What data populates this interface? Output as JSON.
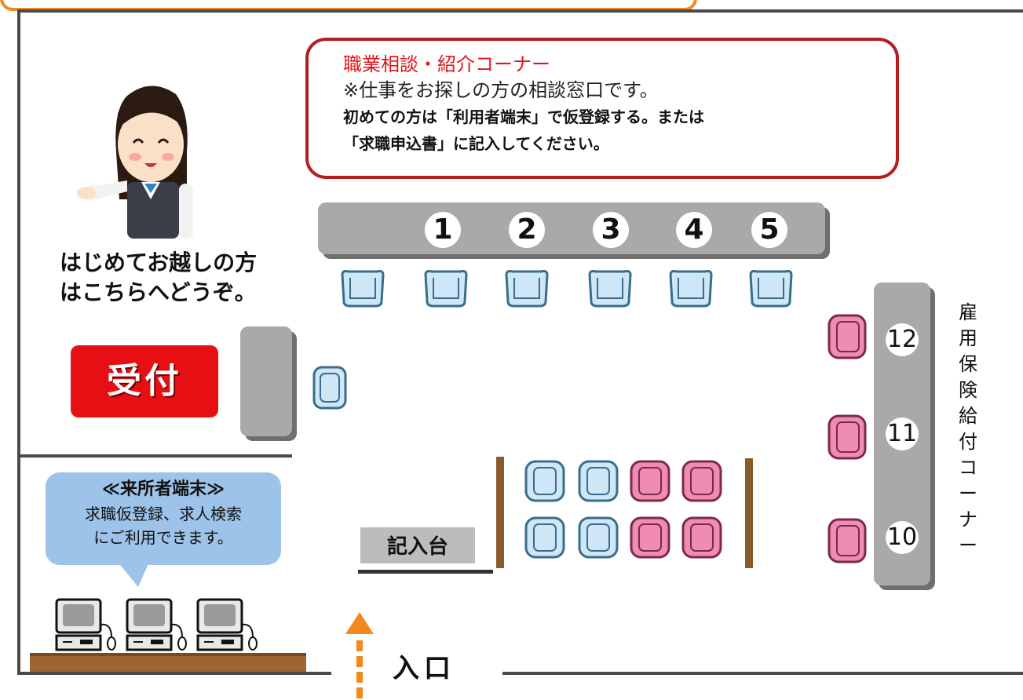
{
  "callout": {
    "title": "職業相談・紹介コーナー",
    "line1": "※仕事をお探しの方の相談窓口です。",
    "line2": "初めての方は「利用者端末」で仮登録する。または",
    "line3": "「求職申込書」に記入してください。"
  },
  "counter_numbers": [
    "1",
    "2",
    "3",
    "4",
    "5"
  ],
  "side_counter_numbers": [
    "12",
    "11",
    "10"
  ],
  "guide": {
    "line1": "はじめてお越しの方",
    "line2": "はこちらへどうぞ。"
  },
  "reception_label": "受付",
  "terminal_bubble": {
    "title": "≪来所者端末≫",
    "line1": "求職仮登録、求人検索",
    "line2": "にご利用できます。"
  },
  "writing_desk_label": "記入台",
  "entrance_label": "入口",
  "insurance_corner_label": [
    "雇",
    "用",
    "保",
    "険",
    "給",
    "付",
    "コ",
    "ー",
    "ナ",
    "ー"
  ],
  "colors": {
    "wall": "#4a4a4a",
    "callout_border": "#b41e1e",
    "callout_title": "#e0161b",
    "reception": "#e60f14",
    "counter": "#a9a9a9",
    "chair_blue": "#cfe6f7",
    "chair_pink": "#f08bb4",
    "bubble": "#9dc3ea",
    "arrow": "#f08a1e",
    "top_banner_border": "#f08a1e"
  }
}
